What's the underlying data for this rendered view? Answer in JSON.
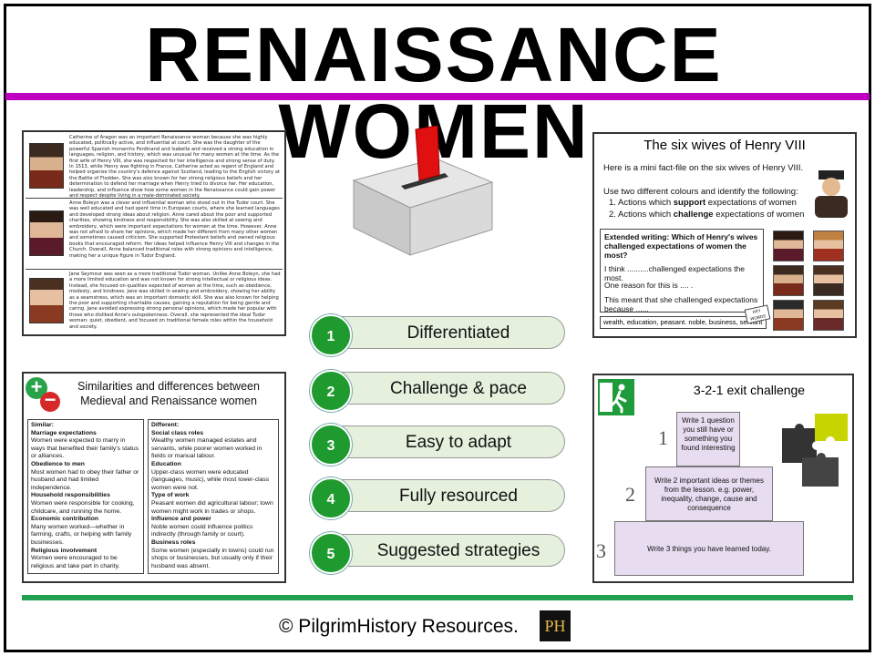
{
  "title": "RENAISSANCE WOMEN",
  "footer": {
    "copyright": "© PilgrimHistory Resources.",
    "logo": "PH"
  },
  "features": [
    {
      "num": "1",
      "label": "Differentiated"
    },
    {
      "num": "2",
      "label": "Challenge & pace"
    },
    {
      "num": "3",
      "label": "Easy to adapt"
    },
    {
      "num": "4",
      "label": "Fully resourced"
    },
    {
      "num": "5",
      "label": "Suggested strategies"
    }
  ],
  "card1": {
    "paragraphs": [
      "Catherine of Aragon was an important Renaissance woman because she was highly educated, politically active, and influential at court. She was the daughter of the powerful Spanish monarchs Ferdinand and Isabella and received a strong education in languages, religion, and history, which was unusual for many women at the time. As the first wife of Henry VIII, she was respected for her intelligence and strong sense of duty. In 1513, while Henry was fighting in France, Catherine acted as regent of England and helped organise the country's defence against Scotland, leading to the English victory at the Battle of Flodden. She was also known for her strong religious beliefs and her determination to defend her marriage when Henry tried to divorce her. Her education, leadership, and influence show how some women in the Renaissance could gain power and respect despite living in a male-dominated society.",
      "Anne Boleyn was a clever and influential woman who stood out in the Tudor court. She was well educated and had spent time in European courts, where she learned languages and developed strong ideas about religion. Anne cared about the poor and supported charities, showing kindness and responsibility. She was also skilled at sewing and embroidery, which were important expectations for women at the time. However, Anne was not afraid to share her opinions, which made her different from many other women and sometimes caused criticism. She supported Protestant beliefs and owned religious books that encouraged reform. Her ideas helped influence Henry VIII and changes in the Church. Overall, Anne balanced traditional roles with strong opinions and intelligence, making her a unique figure in Tudor England.",
      "Jane Seymour was seen as a more traditional Tudor woman. Unlike Anne Boleyn, she had a more limited education and was not known for strong intellectual or religious ideas. Instead, she focused on qualities expected of women at the time, such as obedience, modesty, and kindness. Jane was skilled in sewing and embroidery, showing her ability as a seamstress, which was an important domestic skill. She was also known for helping the poor and supporting charitable causes, gaining a reputation for being gentle and caring. Jane avoided expressing strong personal opinions, which made her popular with those who disliked Anne's outspokenness. Overall, she represented the ideal Tudor woman: quiet, obedient, and focused on traditional female roles within the household and society."
    ]
  },
  "card2": {
    "title": "The six wives of Henry VIII",
    "intro": "Here is a mini fact-file on the six wives of Henry VIII.",
    "instruction": "Use two different colours and identify the following:",
    "point1_pre": "1.  Actions which ",
    "point1_bold": "support",
    "point1_post": " expectations of women",
    "point2_pre": "2.  Actions which ",
    "point2_bold": "challenge",
    "point2_post": " expectations of women",
    "extended_label": "Extended writing:",
    "extended_question": "Which of Henry's wives challenged expectations of women the most?",
    "line1": "I think ..........challenged expectations the most.",
    "line2": "One reason for this is .... .",
    "line3": "This meant that she challenged expectations because ......",
    "key_words": "wealth, education, peasant. noble, business, servant",
    "key_tag": "KEY WORDS"
  },
  "card3": {
    "title": "Similarities and differences between Medieval and Renaissance women",
    "similar": [
      {
        "h": "Similar:",
        "t": ""
      },
      {
        "h": "Marriage expectations",
        "t": "Women were expected to marry in ways that benefited their family's status or alliances."
      },
      {
        "h": "Obedience to men",
        "t": "Most women had to obey their father or husband and had limited independence."
      },
      {
        "h": "Household responsibilities",
        "t": "Women were responsible for cooking, childcare, and running the home."
      },
      {
        "h": "Economic contribution",
        "t": "Many women worked—whether in farming, crafts, or helping with family businesses."
      },
      {
        "h": "Religious involvement",
        "t": "Women were encouraged to be religious and take part in charity."
      }
    ],
    "different": [
      {
        "h": "Different:",
        "t": ""
      },
      {
        "h": "Social class roles",
        "t": "Wealthy women managed estates and servants, while poorer women worked in fields or manual labour."
      },
      {
        "h": "Education",
        "t": "Upper-class women were educated (languages, music), while most lower-class women were not."
      },
      {
        "h": "Type of work",
        "t": "Peasant women did agricultural labour; town women might work in trades or shops."
      },
      {
        "h": "Influence and power",
        "t": "Noble women could influence politics indirectly (through family or court)."
      },
      {
        "h": "Business roles",
        "t": "Some women (especially in towns) could run shops or businesses, but usually only if their husband was absent."
      }
    ]
  },
  "card4": {
    "title": "3-2-1 exit challenge",
    "steps": [
      {
        "num": "1",
        "text": "Write 1 question you still have or something you found interesting"
      },
      {
        "num": "2",
        "text": "Write 2 important ideas or themes from the lesson. e.g. power, inequality, change, cause and consequence"
      },
      {
        "num": "3",
        "text": "Write 3 things you have learned today."
      }
    ]
  },
  "colors": {
    "accent_bar": "#c000c0",
    "footer_bar": "#22a050",
    "badge_green": "#1f9a2e",
    "pill_fill": "#e5f0dd"
  },
  "icons": [
    "ballot-box-icon",
    "portrait-icon",
    "plus-icon",
    "minus-icon",
    "exit-icon",
    "puzzle-icon",
    "king-portrait-icon"
  ]
}
